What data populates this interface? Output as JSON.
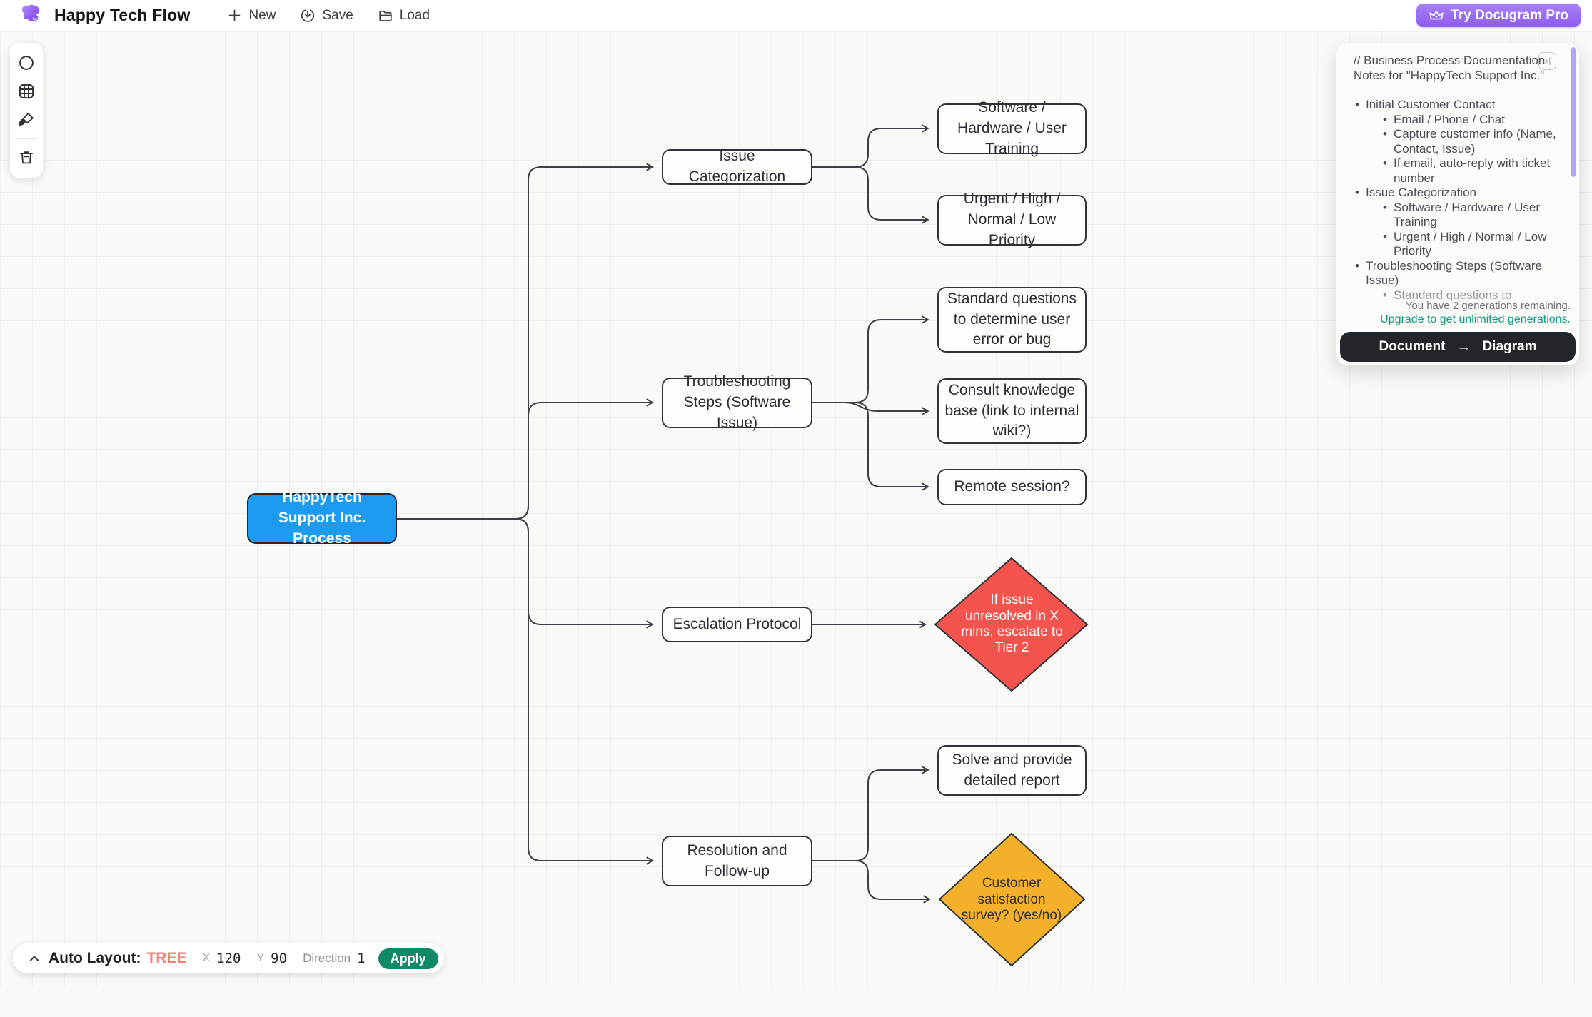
{
  "header": {
    "title": "Happy Tech Flow",
    "menu": {
      "new": "New",
      "save": "Save",
      "load": "Load"
    },
    "pro_button": "Try Docugram Pro"
  },
  "toolbar": {
    "icons": [
      "circle-tool-icon",
      "grid-tool-icon",
      "brush-tool-icon",
      "trash-tool-icon"
    ]
  },
  "canvas": {
    "colors": {
      "root_node": "#1d9bf0",
      "decision_red": "#f4534e",
      "decision_yellow": "#f4b02a",
      "node_border": "#2e3338",
      "edge": "#3d4147"
    },
    "nodes": [
      {
        "id": "root",
        "label": "HappyTech Support Inc. Process"
      },
      {
        "id": "issue-categorization",
        "label": "Issue Categorization"
      },
      {
        "id": "software-hardware",
        "label": "Software / Hardware / User Training"
      },
      {
        "id": "priority",
        "label": "Urgent / High / Normal / Low Priority"
      },
      {
        "id": "troubleshooting",
        "label": "Troubleshooting Steps (Software Issue)"
      },
      {
        "id": "standard-questions",
        "label": "Standard questions to determine user error or bug"
      },
      {
        "id": "consult-kb",
        "label": "Consult knowledge base (link to internal wiki?)"
      },
      {
        "id": "remote-session",
        "label": "Remote session?"
      },
      {
        "id": "escalation",
        "label": "Escalation Protocol"
      },
      {
        "id": "escalate-decision",
        "label": "If issue unresolved in X mins, escalate to Tier 2"
      },
      {
        "id": "resolution",
        "label": "Resolution and Follow-up"
      },
      {
        "id": "solve-report",
        "label": "Solve and provide detailed report"
      },
      {
        "id": "survey-decision",
        "label": "Customer satisfaction survey? (yes/no)"
      }
    ]
  },
  "notes_panel": {
    "title_comment": "// Business Process Documentation Notes for \"HappyTech Support Inc.\"",
    "bullets": [
      {
        "label": "Initial Customer Contact",
        "children": [
          "Email / Phone / Chat",
          "Capture customer info (Name, Contact, Issue)",
          "If email, auto-reply with ticket number"
        ]
      },
      {
        "label": "Issue Categorization",
        "children": [
          "Software / Hardware / User Training",
          "Urgent / High / Normal / Low Priority"
        ]
      },
      {
        "label": "Troubleshooting Steps (Software Issue)",
        "children": [
          "Standard questions to determine"
        ]
      }
    ],
    "remaining_text": "You have 2 generations remaining.",
    "upgrade_link": "Upgrade to get unlimited generations.",
    "action": {
      "from": "Document",
      "arrow": "→",
      "to": "Diagram"
    }
  },
  "layout_bar": {
    "label": "Auto Layout:",
    "mode": "TREE",
    "x_label": "X",
    "x_value": "120",
    "y_label": "Y",
    "y_value": "90",
    "direction_label": "Direction",
    "direction_value": "1",
    "apply": "Apply"
  }
}
